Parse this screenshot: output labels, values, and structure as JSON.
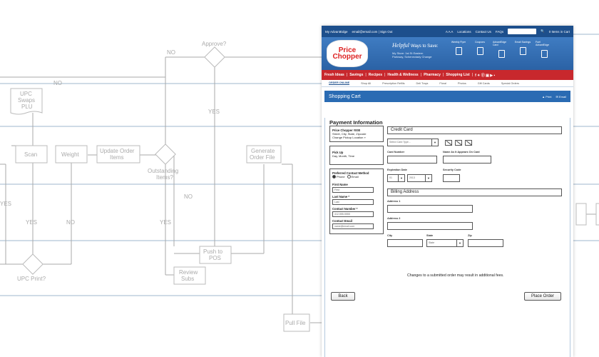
{
  "flowchart": {
    "approve": "Approve?",
    "no": "NO",
    "yes": "YES",
    "upc_swaps": "UPC Swaps PLU",
    "scan": "Scan",
    "weight": "Weight",
    "update_order": "Update Order Items",
    "outstanding": "Outstanding Items?",
    "generate": "Generate Order File",
    "upc_print": "UPC Print?",
    "push_pos": "Push to POS",
    "review_subs": "Review Subs",
    "pull_file": "Pull File"
  },
  "site": {
    "topbar": {
      "brand": "My AdvantEdge",
      "email": "email@email.com | Sign Out",
      "text_size": "A A A",
      "links": [
        "Locations",
        "Contact Us",
        "FAQs"
      ],
      "cart": "0 Items in Cart"
    },
    "logo": "Price Chopper",
    "helpful": "Helpful",
    "ways": "Ways to Save:",
    "helpful_sub": "My Store: 1st St Eastern Parkway, Schenectady Change",
    "header_icons": [
      "Weekly Flyer",
      "Coupons",
      "AdvantEdge Card",
      "Email Savings",
      "Fuel AdvantEdge"
    ],
    "nav": [
      "Fresh Ideas",
      "Savings",
      "Recipes",
      "Health & Wellness",
      "Pharmacy",
      "Shopping List"
    ],
    "subnav": [
      "ORDER ONLINE",
      "Shop All",
      "Prescription Refills",
      "Deli Trays",
      "Floral",
      "Photos",
      "Gift Cards",
      "Special Orders"
    ],
    "cart_title": "Shopping Cart",
    "print": "Print",
    "email_tool": "Email"
  },
  "payment": {
    "heading": "Payment Information",
    "store_name": "Price Chopper #000",
    "store_addr": "Street, City, State, Zipcode",
    "change_loc": "Change Pickup Location »",
    "pickup_label": "Pick Up",
    "pickup_time": "Day, Month, Time",
    "pref_contact": "Preferred Contact Method",
    "phone": "Phone",
    "email": "Email",
    "first_name_label": "First Name",
    "first_name_val": "First",
    "last_name_label": "Last Name *",
    "last_name_val": "Last",
    "contact_num_label": "Contact Number *",
    "contact_num_val": "412-555-5555",
    "contact_email_label": "Contact Email",
    "contact_email_val": "name@email.com",
    "credit_card": "Credit Card",
    "card_type": "Select Card Type...",
    "card_number": "Card Number",
    "name_on_card": "Name As It Appears On Card",
    "expiration": "Expiration Date",
    "exp_month": "01",
    "exp_year": "2013",
    "security": "Security Code",
    "billing": "Billing Address",
    "address1": "Address 1",
    "address2": "Address 2",
    "city": "City",
    "state": "State",
    "state_val": "State",
    "zip": "Zip",
    "note": "Changes to a submitted order may result in additional fees.",
    "back": "Back",
    "place_order": "Place Order"
  }
}
